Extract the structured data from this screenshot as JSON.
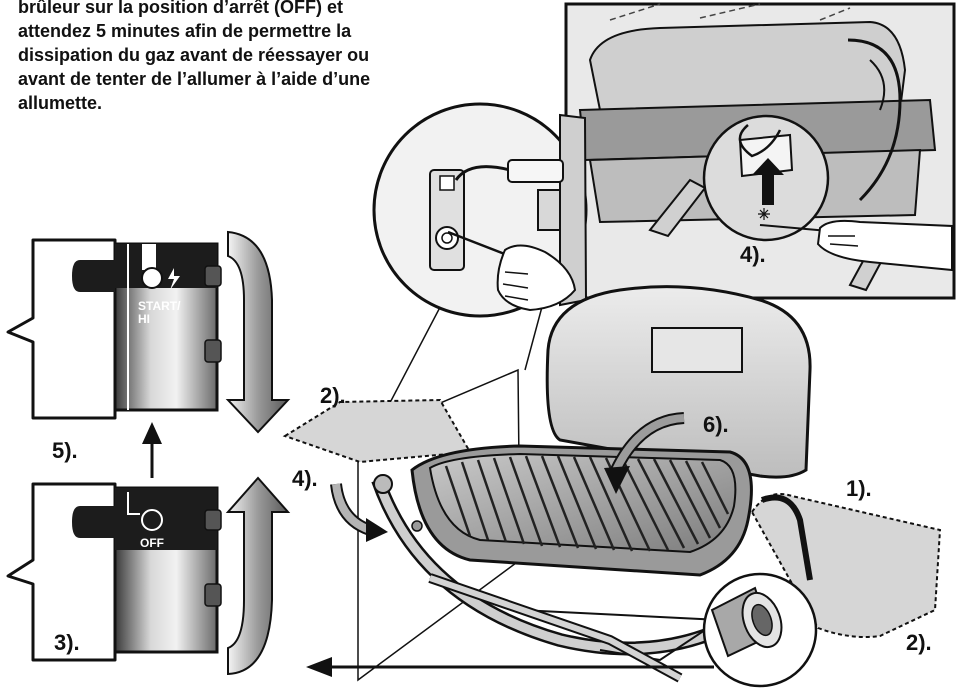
{
  "instructions": {
    "lines": [
      "brûleur sur la position d’arrêt (OFF) et",
      "attendez 5 minutes afin de permettre la",
      "dissipation du gaz avant de réessayer ou",
      "avant de tenter de l’allumer à l’aide d’une",
      "allumette."
    ]
  },
  "knob_top": {
    "label_line1": "START/",
    "label_line2": "HI"
  },
  "knob_bottom": {
    "label": "OFF"
  },
  "steps": {
    "step5": "5).",
    "step3": "3).",
    "step2_left": "2).",
    "step4_left": "4).",
    "step6": "6).",
    "step1": "1).",
    "step2_right": "2).",
    "step4_inset": "4)."
  },
  "colors": {
    "ink": "#111111",
    "knob_dark": "#1c1c1c",
    "metal_gray": "#8a8a8a",
    "light_gray": "#d6d6d6"
  }
}
